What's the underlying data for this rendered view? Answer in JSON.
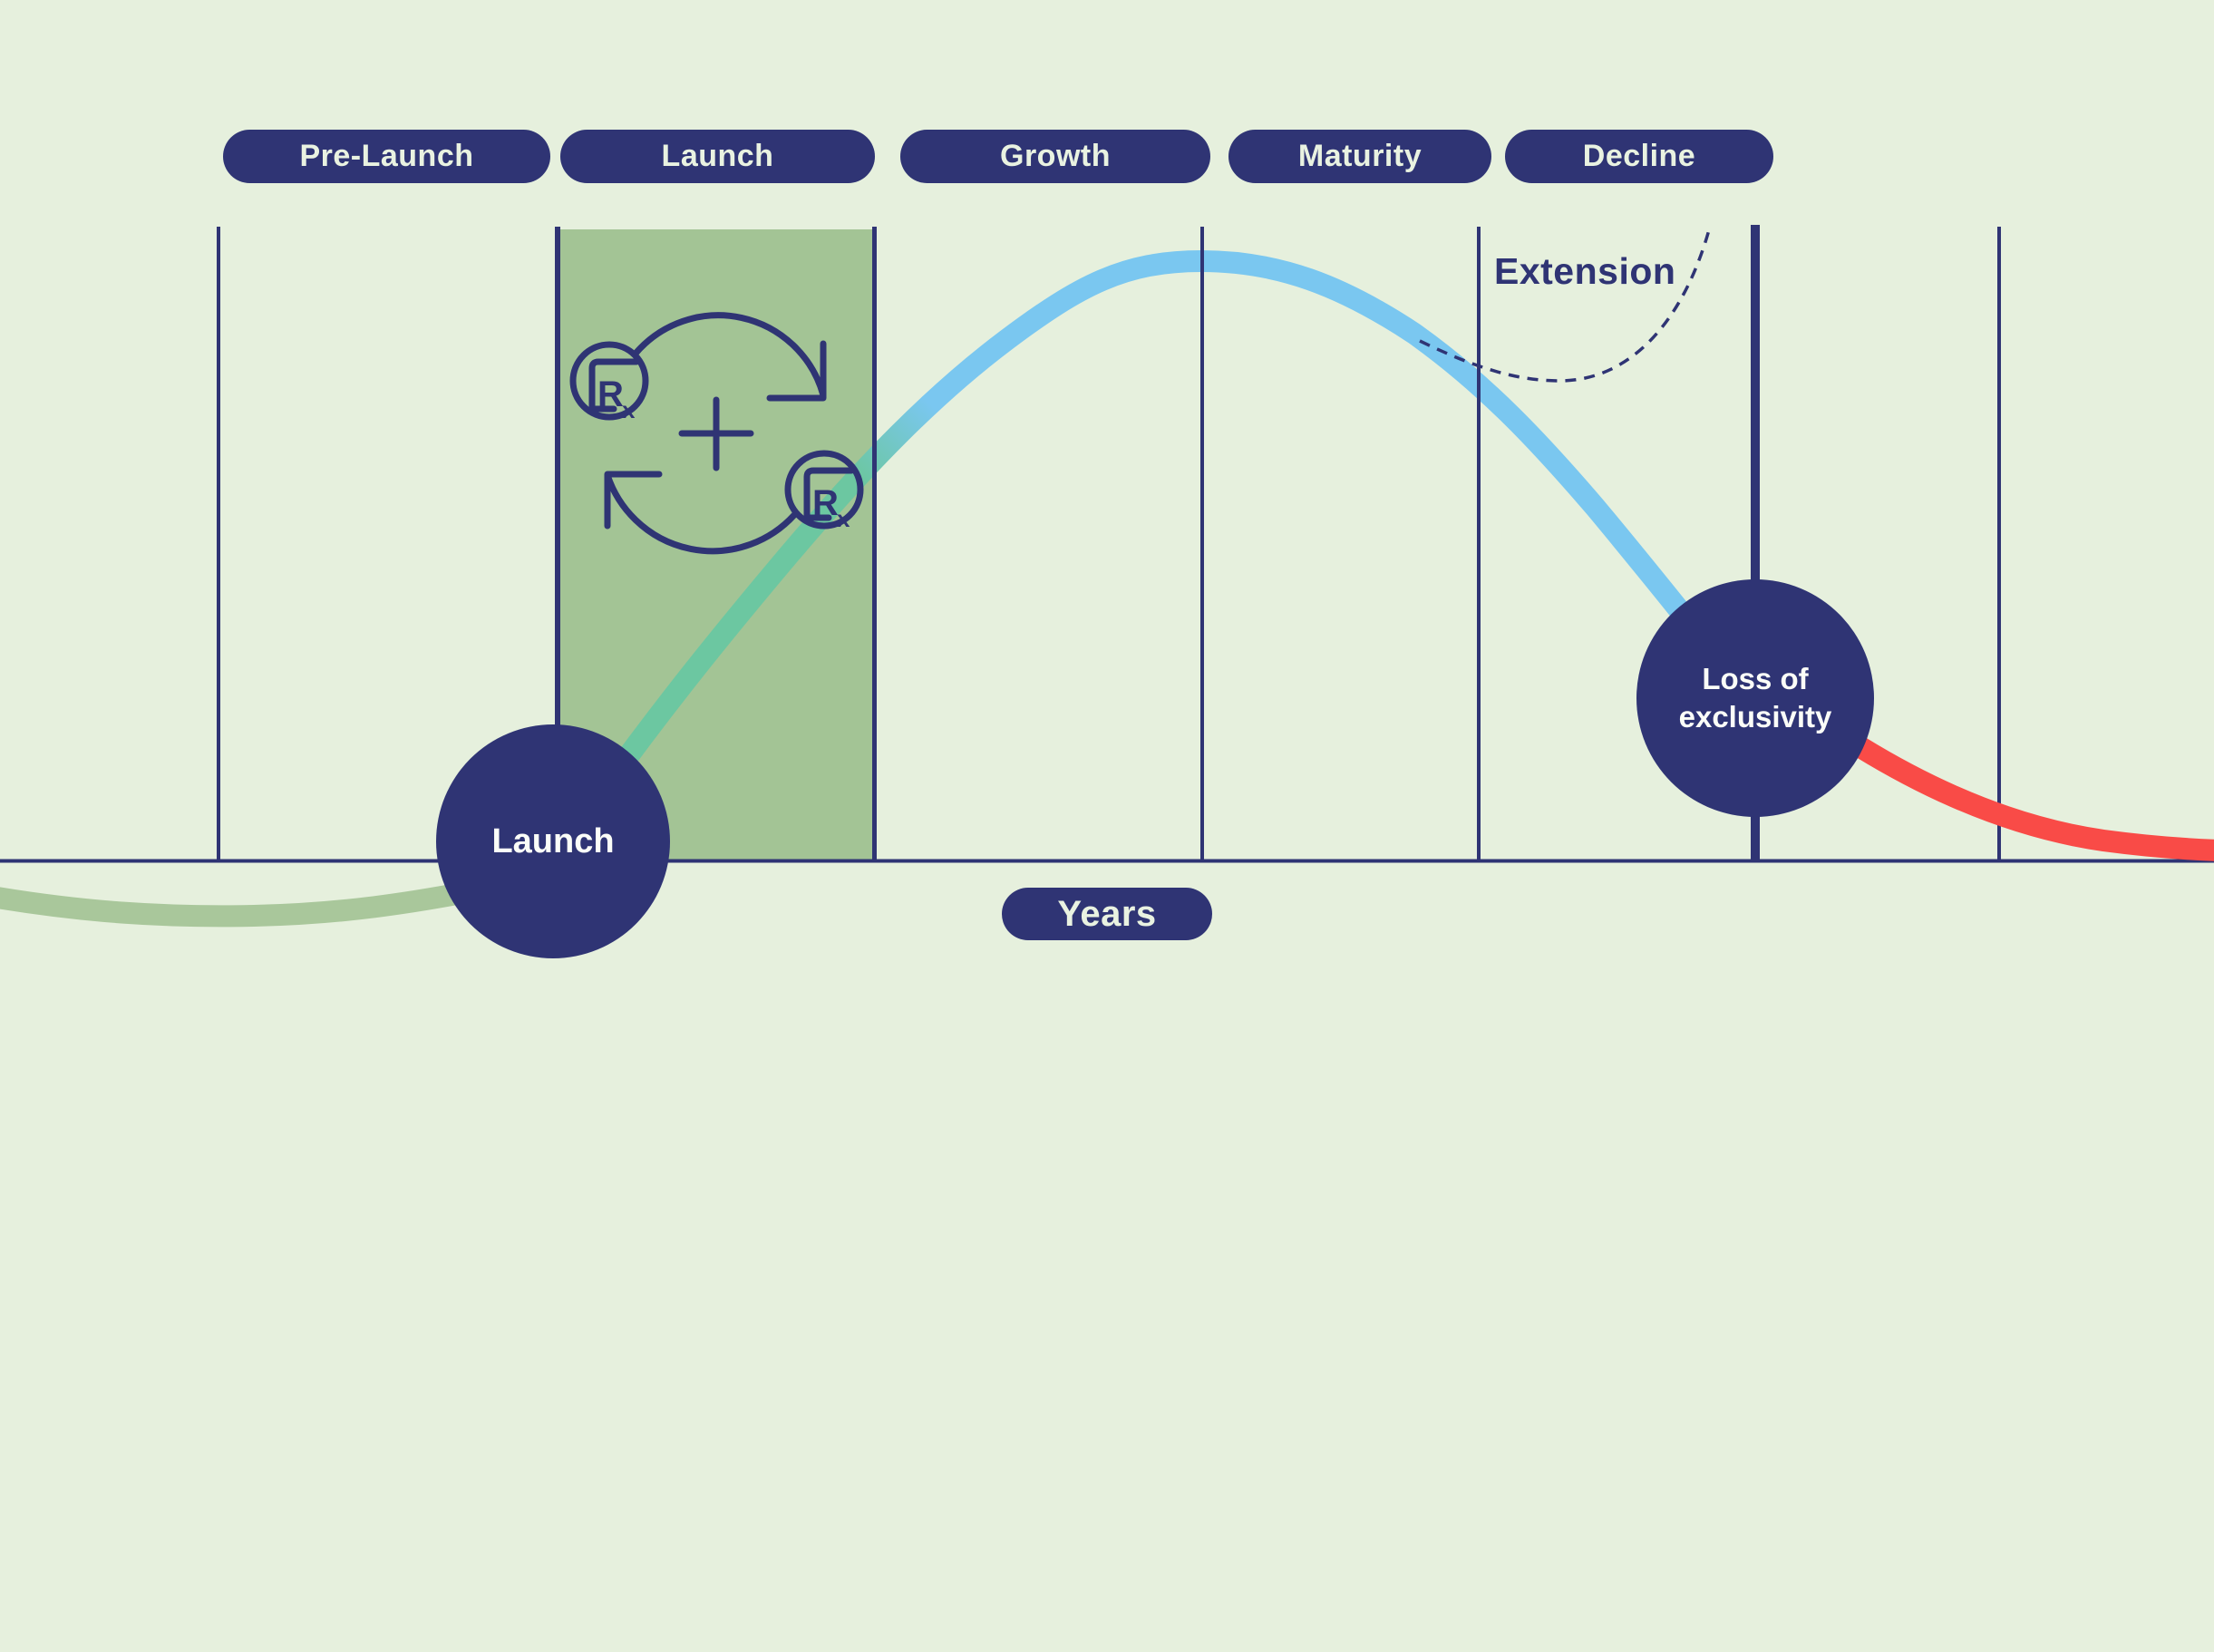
{
  "phases": [
    {
      "label": "Pre-Launch"
    },
    {
      "label": "Launch"
    },
    {
      "label": "Growth"
    },
    {
      "label": "Maturity"
    },
    {
      "label": "Decline"
    }
  ],
  "timeline": {
    "axis_label": "Years"
  },
  "nodes": {
    "launch": {
      "label": "Launch"
    },
    "loss_of_exclusivity": {
      "line1": "Loss of",
      "line2": "exclusivity"
    }
  },
  "annotations": {
    "extension": "Extension"
  },
  "icons": {
    "rx_cycle": {
      "name": "rx-refresh-cycle-plus-icon",
      "r_text": "R",
      "x_text": "x"
    }
  },
  "colors": {
    "background": "#e6f0dd",
    "navy": "#2f3474",
    "band": "#a3c495",
    "pill_text": "#e9f2e1",
    "node_text": "#fbfdf8",
    "prelaunch_curve": "#a9c79b",
    "launch_curve": "#6cc7a1",
    "growth_curve": "#7ac7f0",
    "decline_curve": "#f94b47"
  },
  "chart_data": {
    "type": "line",
    "title": "Pharmaceutical product lifecycle curve",
    "x_phases": [
      "Pre-Launch",
      "Launch",
      "Growth",
      "Maturity",
      "Decline"
    ],
    "xlabel": "Years",
    "ylabel": "",
    "legend": "none",
    "grid": "vertical phase dividers only",
    "segments": [
      {
        "name": "pre-launch",
        "style": "solid",
        "color": "#a9c79b",
        "description": "shallow dip just below the time axis before the Launch point"
      },
      {
        "name": "launch-to-growth-rise",
        "style": "solid",
        "color": "#6cc7a1 blending to #7ac7f0",
        "description": "steep rise from the Launch node up through the shaded Launch phase into Growth"
      },
      {
        "name": "growth-maturity-decline-bell",
        "style": "solid",
        "color": "#7ac7f0",
        "description": "bell peak near the Growth/Maturity boundary then falls through Decline to the Loss of exclusivity node"
      },
      {
        "name": "post-loss-of-exclusivity",
        "style": "solid",
        "color": "#f94b47",
        "description": "red decline flattening asymptotically toward the time axis after loss of exclusivity"
      },
      {
        "name": "extension",
        "style": "dashed",
        "color": "#2f3474",
        "description": "dashed branch curving back upward from the Decline phase, labelled Extension"
      }
    ]
  }
}
